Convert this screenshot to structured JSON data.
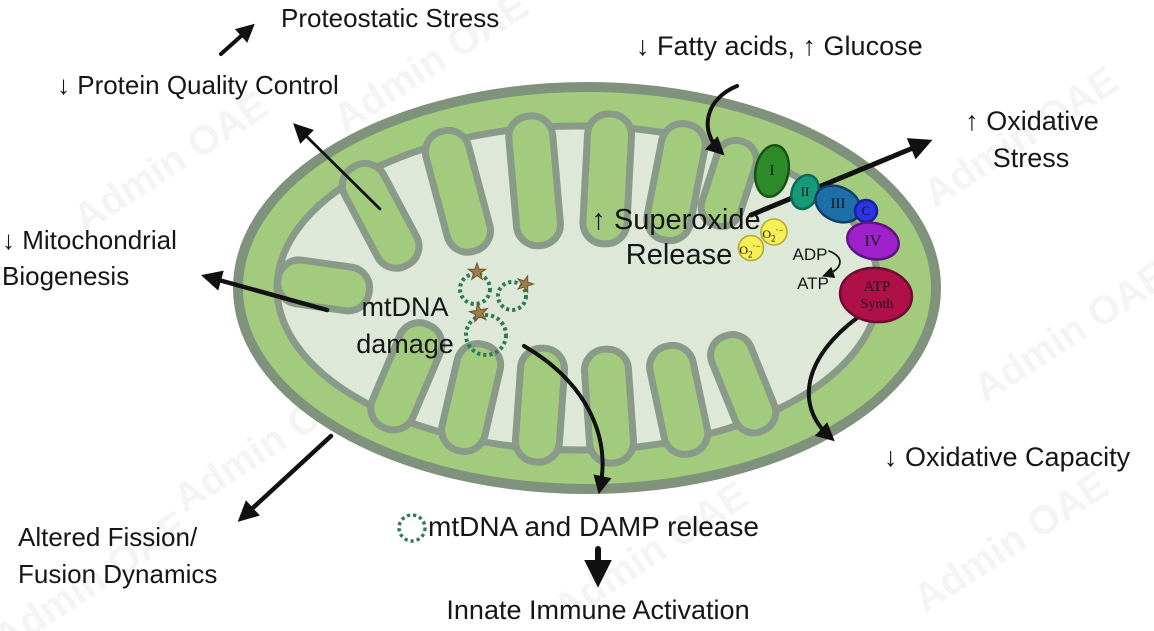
{
  "watermark": {
    "text": "Admin OAE"
  },
  "colors": {
    "outer_membrane_fill": "#a2cb7e",
    "outer_membrane_stroke": "#7f927b",
    "matrix_fill": "#dde8d8",
    "inner_membrane_stroke": "#8a9a88",
    "arrow": "#111111",
    "mtdna_loop": "#2f7a55",
    "damage_star": "#9c7d4e",
    "superoxide_fill": "#f6ef56",
    "superoxide_stroke": "#b5ab2b"
  },
  "labels": {
    "proteostatic_stress": "Proteostatic Stress",
    "protein_quality_control": "↓ Protein Quality Control",
    "mitochondrial_biogenesis_line1": "↓ Mitochondrial",
    "mitochondrial_biogenesis_line2": "Biogenesis",
    "altered_fission_line1": "Altered Fission/",
    "altered_fission_line2": "Fusion Dynamics",
    "fatty_acids_glucose": "↓ Fatty acids, ↑ Glucose",
    "superoxide_line1": "↑ Superoxide",
    "superoxide_line2": "Release",
    "oxidative_stress_line1": "↑ Oxidative",
    "oxidative_stress_line2": "Stress",
    "oxidative_capacity": "↓ Oxidative Capacity",
    "mtdna_damage_line1": "mtDNA",
    "mtdna_damage_line2": "damage",
    "mtdna_damp_release": "mtDNA and DAMP release",
    "innate_immune_activation": "Innate Immune Activation",
    "adp": "ADP",
    "atp": "ATP"
  },
  "superoxide": {
    "base": "O",
    "sub": "2",
    "sup": "·−"
  },
  "complexes": [
    {
      "name": "complex-I",
      "label": "I",
      "fill": "#2e8b29",
      "stroke": "#1a5412"
    },
    {
      "name": "complex-II",
      "label": "II",
      "fill": "#179a7a",
      "stroke": "#0a6b55"
    },
    {
      "name": "complex-III",
      "label": "III",
      "fill": "#1e6fa8",
      "stroke": "#123f66"
    },
    {
      "name": "cytochrome-c",
      "label": "C",
      "fill": "#2a35e8",
      "stroke": "#1a1f9e"
    },
    {
      "name": "complex-IV",
      "label": "IV",
      "fill": "#9e21cc",
      "stroke": "#5e1380"
    },
    {
      "name": "atp-synthase",
      "label_line1": "ATP",
      "label_line2": "Synth",
      "fill": "#b01048",
      "stroke": "#6f0a30"
    }
  ]
}
